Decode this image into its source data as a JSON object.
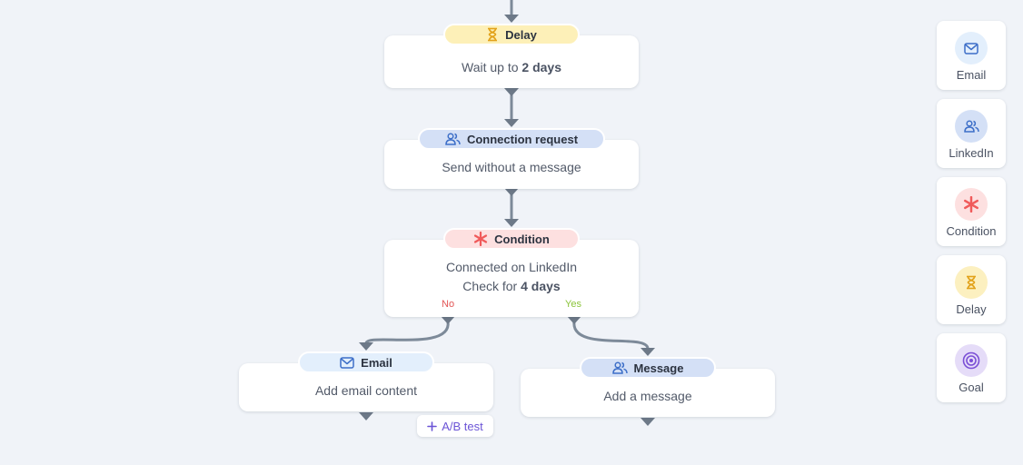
{
  "nodes": {
    "delay": {
      "title": "Delay",
      "text_prefix": "Wait up to ",
      "text_bold": "2 days"
    },
    "connection": {
      "title": "Connection request",
      "text": "Send without a message"
    },
    "condition": {
      "title": "Condition",
      "line1": "Connected on LinkedIn",
      "line2_prefix": "Check for ",
      "line2_bold": "4 days",
      "branch_no": "No",
      "branch_yes": "Yes"
    },
    "email": {
      "title": "Email",
      "text": "Add email content"
    },
    "message": {
      "title": "Message",
      "text": "Add a message"
    }
  },
  "ab_test": {
    "label": "A/B test",
    "icon": "plus-icon"
  },
  "toolbox": [
    {
      "label": "Email",
      "icon": "envelope-icon",
      "color": "#e3effc"
    },
    {
      "label": "LinkedIn",
      "icon": "people-icon",
      "color": "#d4e0f6"
    },
    {
      "label": "Condition",
      "icon": "asterisk-icon",
      "color": "#fde0e0"
    },
    {
      "label": "Delay",
      "icon": "hourglass-icon",
      "color": "#fcf0c0"
    },
    {
      "label": "Goal",
      "icon": "target-icon",
      "color": "#e5dcf8"
    }
  ],
  "colors": {
    "connector": "#7d8a99",
    "delay_pill": "#fdf0b8",
    "linkedin_pill": "#d4e0f6",
    "condition_pill": "#fde0e0",
    "email_pill": "#e3effc",
    "branch_no": "#e25555",
    "branch_yes": "#8bc43a",
    "accent": "#6b54d6"
  }
}
